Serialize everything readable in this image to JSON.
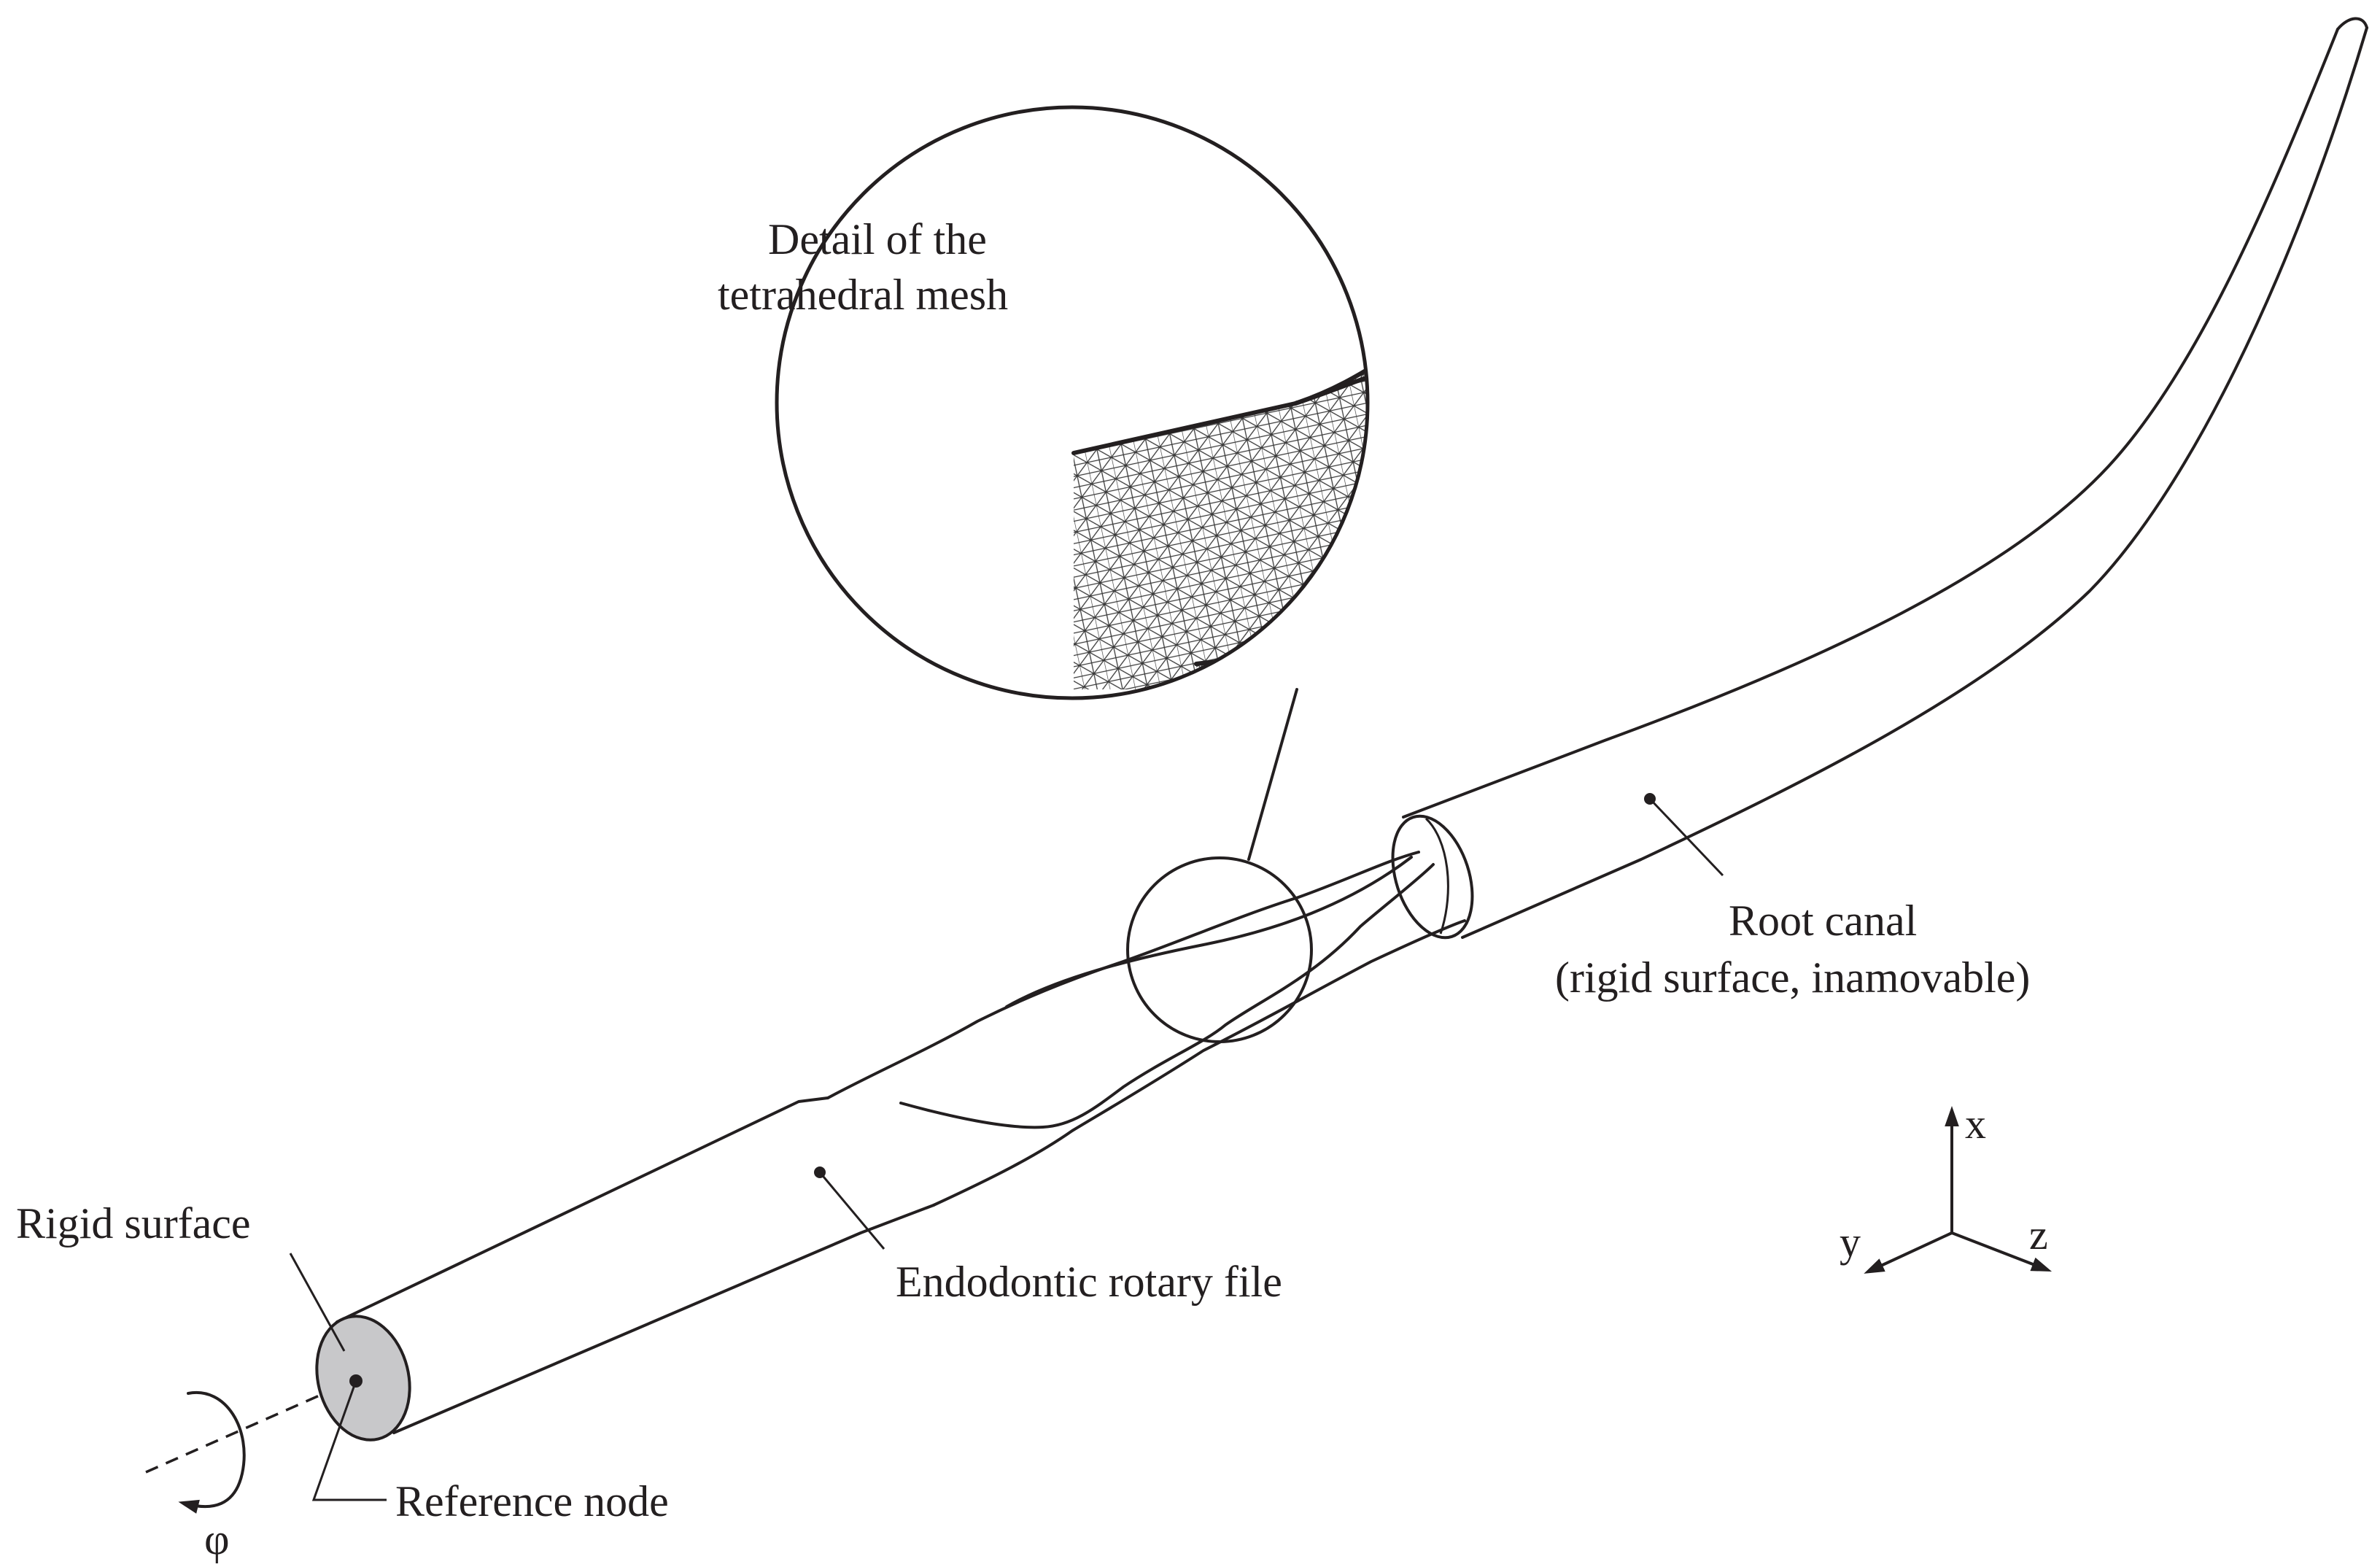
{
  "labels": {
    "mesh_detail": [
      "Detail of the",
      "tetrahedral mesh"
    ],
    "root_canal": [
      "Root canal",
      "(rigid surface, inamovable)"
    ],
    "rotary_file": "Endodontic rotary file",
    "rigid_surface": "Rigid surface",
    "reference_node": "Reference node",
    "rotation_symbol": "φ"
  },
  "axes": {
    "x": "x",
    "y": "y",
    "z": "z"
  },
  "colors": {
    "line": "#231f20",
    "rigid_surface_fill": "#c8c8ca",
    "background": "#ffffff"
  }
}
